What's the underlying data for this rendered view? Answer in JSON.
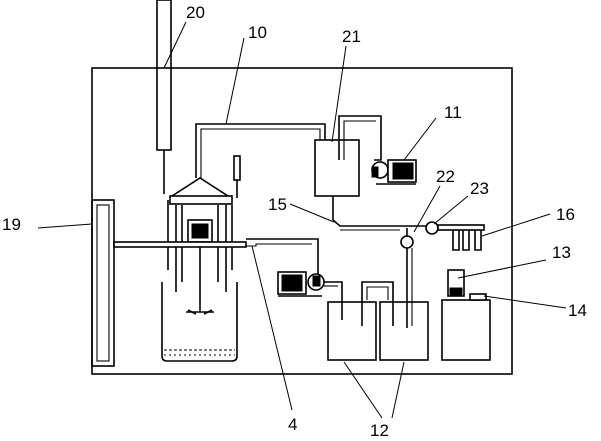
{
  "labels": {
    "l20": "20",
    "l10": "10",
    "l21": "21",
    "l11": "11",
    "l22": "22",
    "l23": "23",
    "l15": "15",
    "l16": "16",
    "l13": "13",
    "l19": "19",
    "l14": "14",
    "l4": "4",
    "l12": "12"
  }
}
